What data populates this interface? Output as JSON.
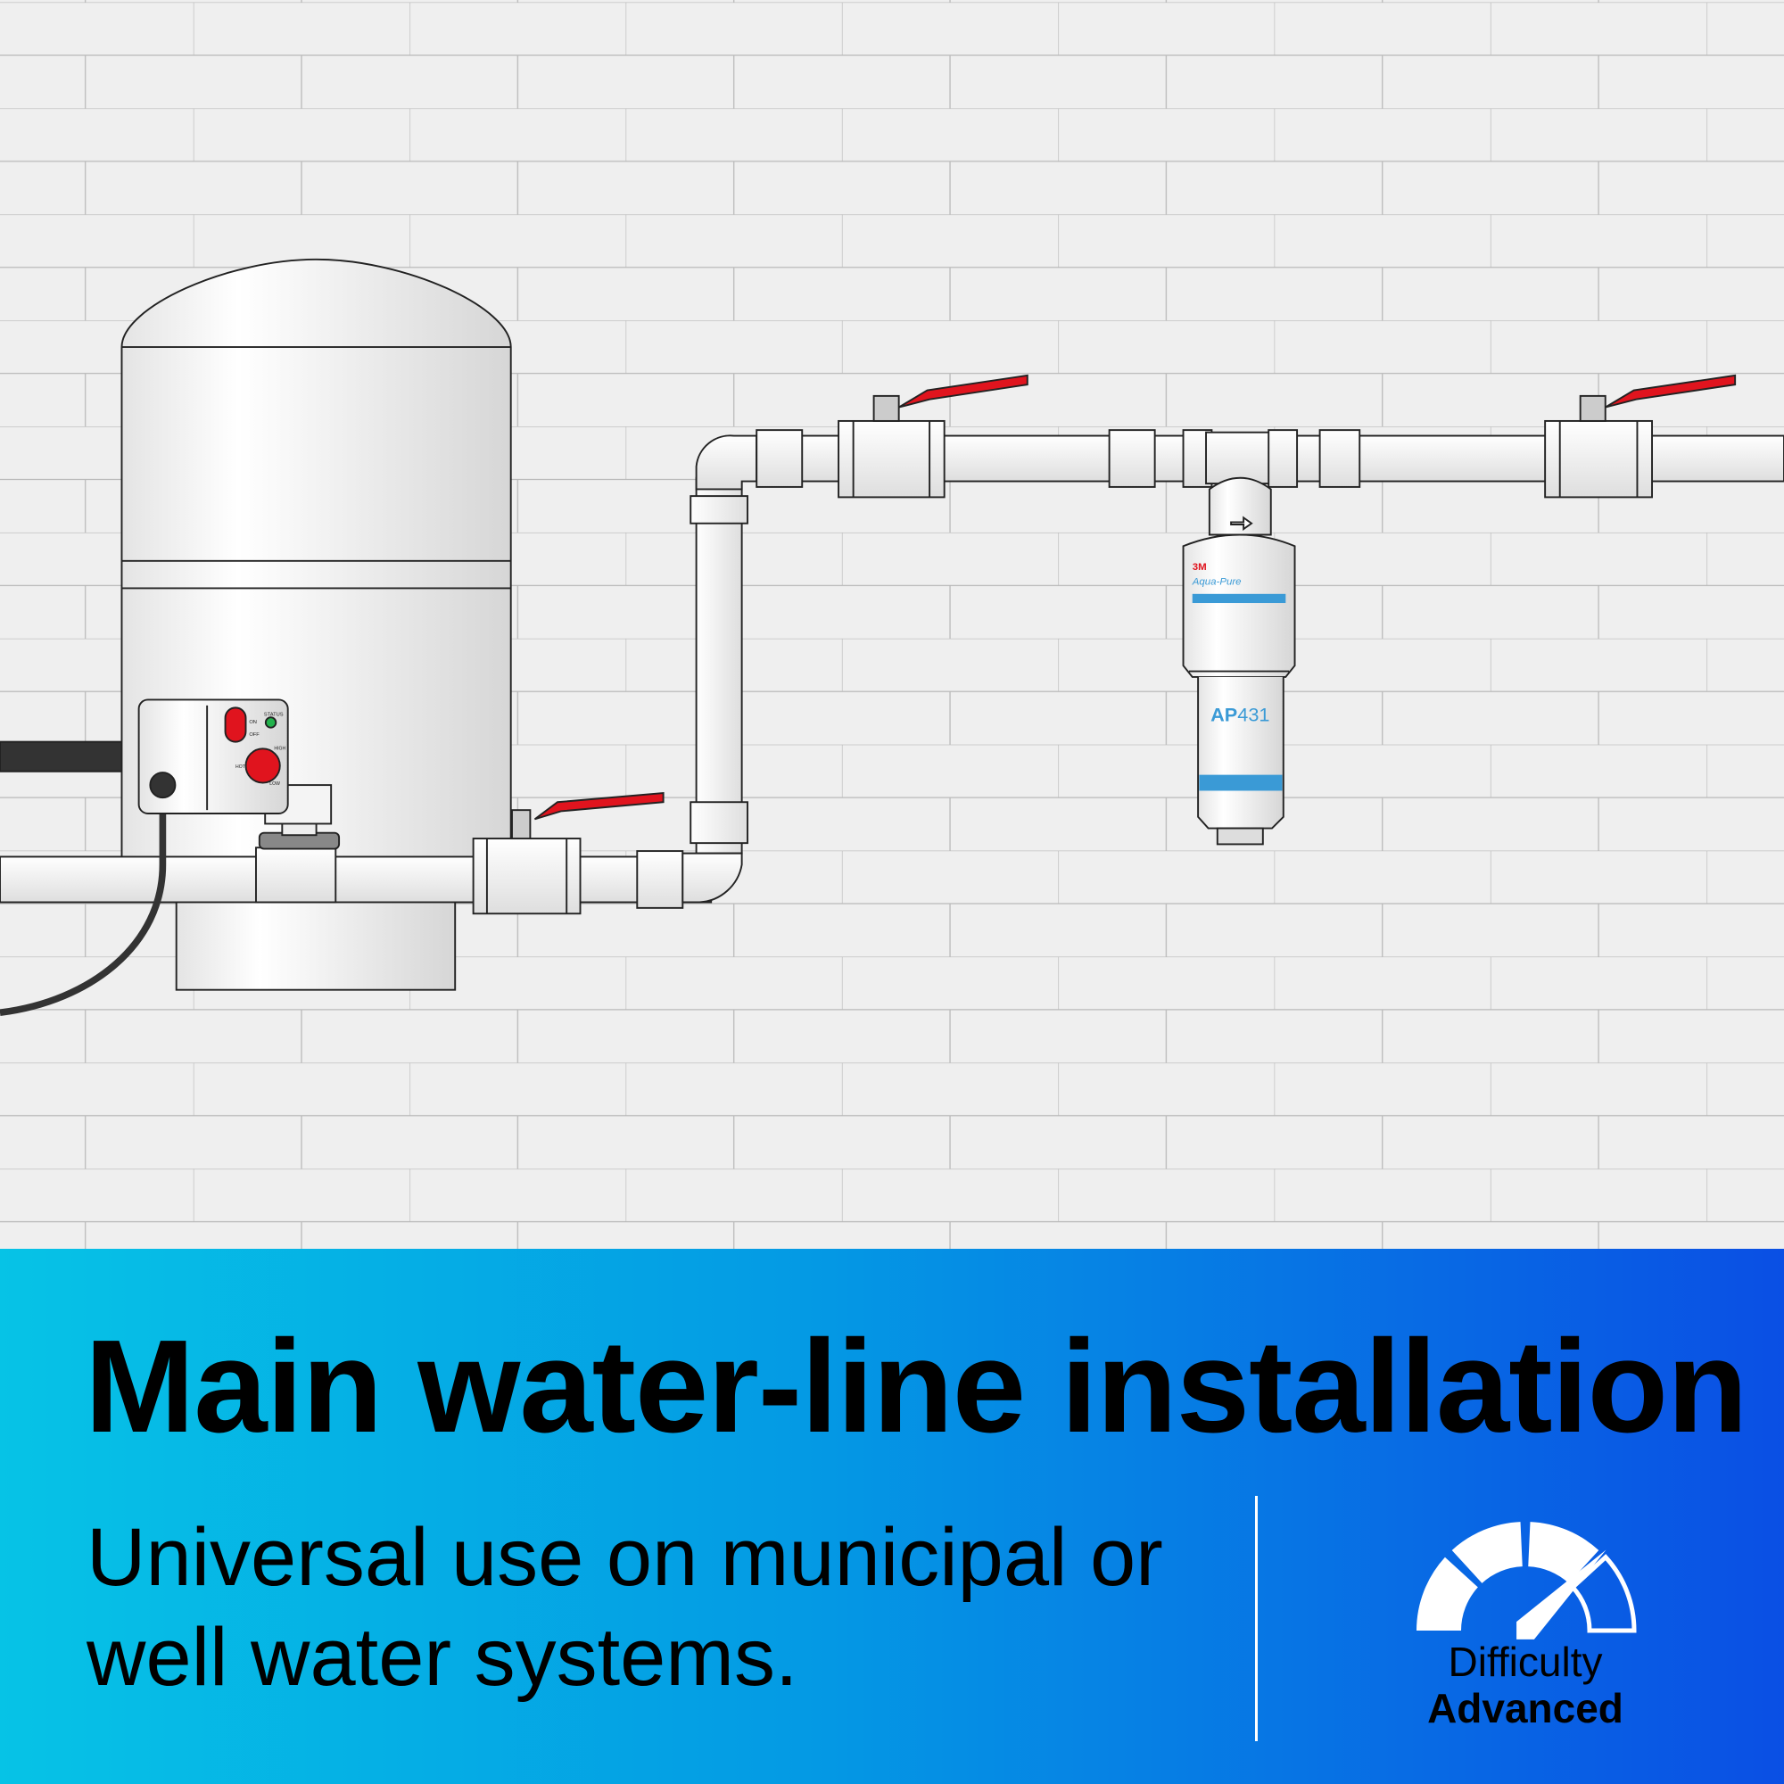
{
  "illustration": {
    "control_box": {
      "switch_on": "ON",
      "switch_off": "OFF",
      "status_label": "STATUS",
      "dial_hot": "HOT",
      "dial_high": "HIGH",
      "dial_low": "LOW"
    },
    "filter": {
      "brand": "3M",
      "product_line": "Aqua-Pure",
      "model_prefix": "AP",
      "model_number": "431"
    },
    "colors": {
      "handle": "#e0141e",
      "filter_blue": "#3a9ad6",
      "status_led": "#22b24c",
      "wall": "#efefef",
      "mortar": "#b9b9b9"
    }
  },
  "banner": {
    "title": "Main water-line installation",
    "subtitle": "Universal use on municipal or well water systems.",
    "difficulty_label": "Difficulty",
    "difficulty_value": "Advanced",
    "difficulty_level": 3,
    "difficulty_max": 4,
    "gauge_icon": "speedometer-gauge-icon",
    "gradient_start": "#06c3e6",
    "gradient_end": "#0a4fe4"
  }
}
